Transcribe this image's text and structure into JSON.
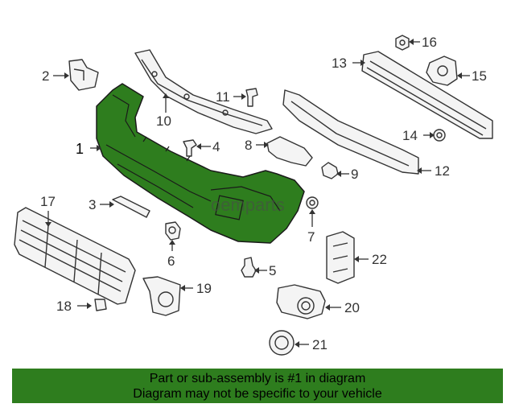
{
  "diagram": {
    "highlight_color": "#2e7d1e",
    "line_color": "#333333",
    "watermark": "oemparts",
    "callouts": [
      "1",
      "2",
      "3",
      "4",
      "5",
      "6",
      "7",
      "8",
      "9",
      "10",
      "11",
      "12",
      "13",
      "14",
      "15",
      "16",
      "17",
      "18",
      "19",
      "20",
      "21",
      "22"
    ]
  },
  "footer": {
    "line1": "Part or sub-assembly is #1 in diagram",
    "line2": "Diagram may not be specific to your vehicle",
    "background": "#2e7d1e"
  }
}
